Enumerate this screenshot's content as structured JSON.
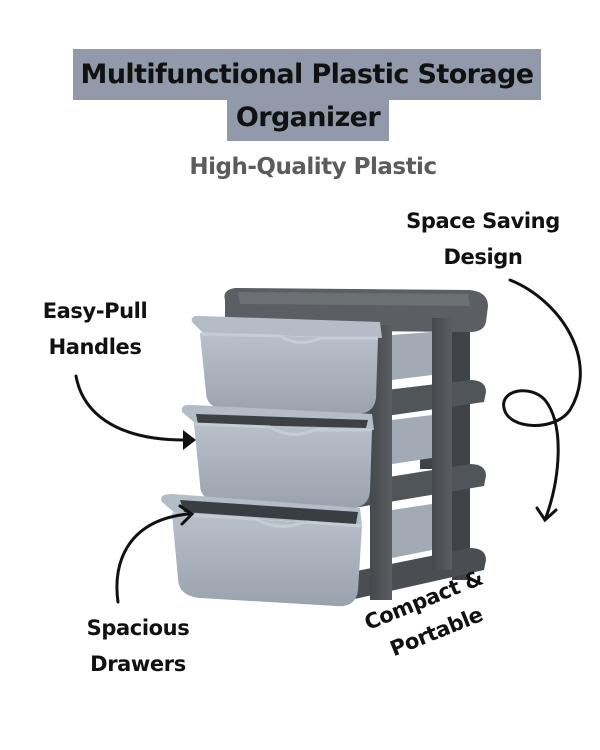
{
  "title": {
    "line1": "Multifunctional Plastic Storage",
    "line2": "Organizer",
    "box_color": "#9199aa"
  },
  "subtitle": "High-Quality Plastic",
  "callouts": {
    "space_saving": {
      "line1": "Space Saving",
      "line2": "Design"
    },
    "easy_pull": {
      "line1": "Easy-Pull",
      "line2": "Handles"
    },
    "spacious": {
      "line1": "Spacious",
      "line2": "Drawers"
    },
    "compact": {
      "line1": "Compact &",
      "line2": "Portable"
    }
  },
  "product": {
    "name": "3-drawer plastic storage organizer",
    "frame_color": "#4f5358",
    "drawer_color": "#a9b1bd",
    "drawer_count": 3
  }
}
